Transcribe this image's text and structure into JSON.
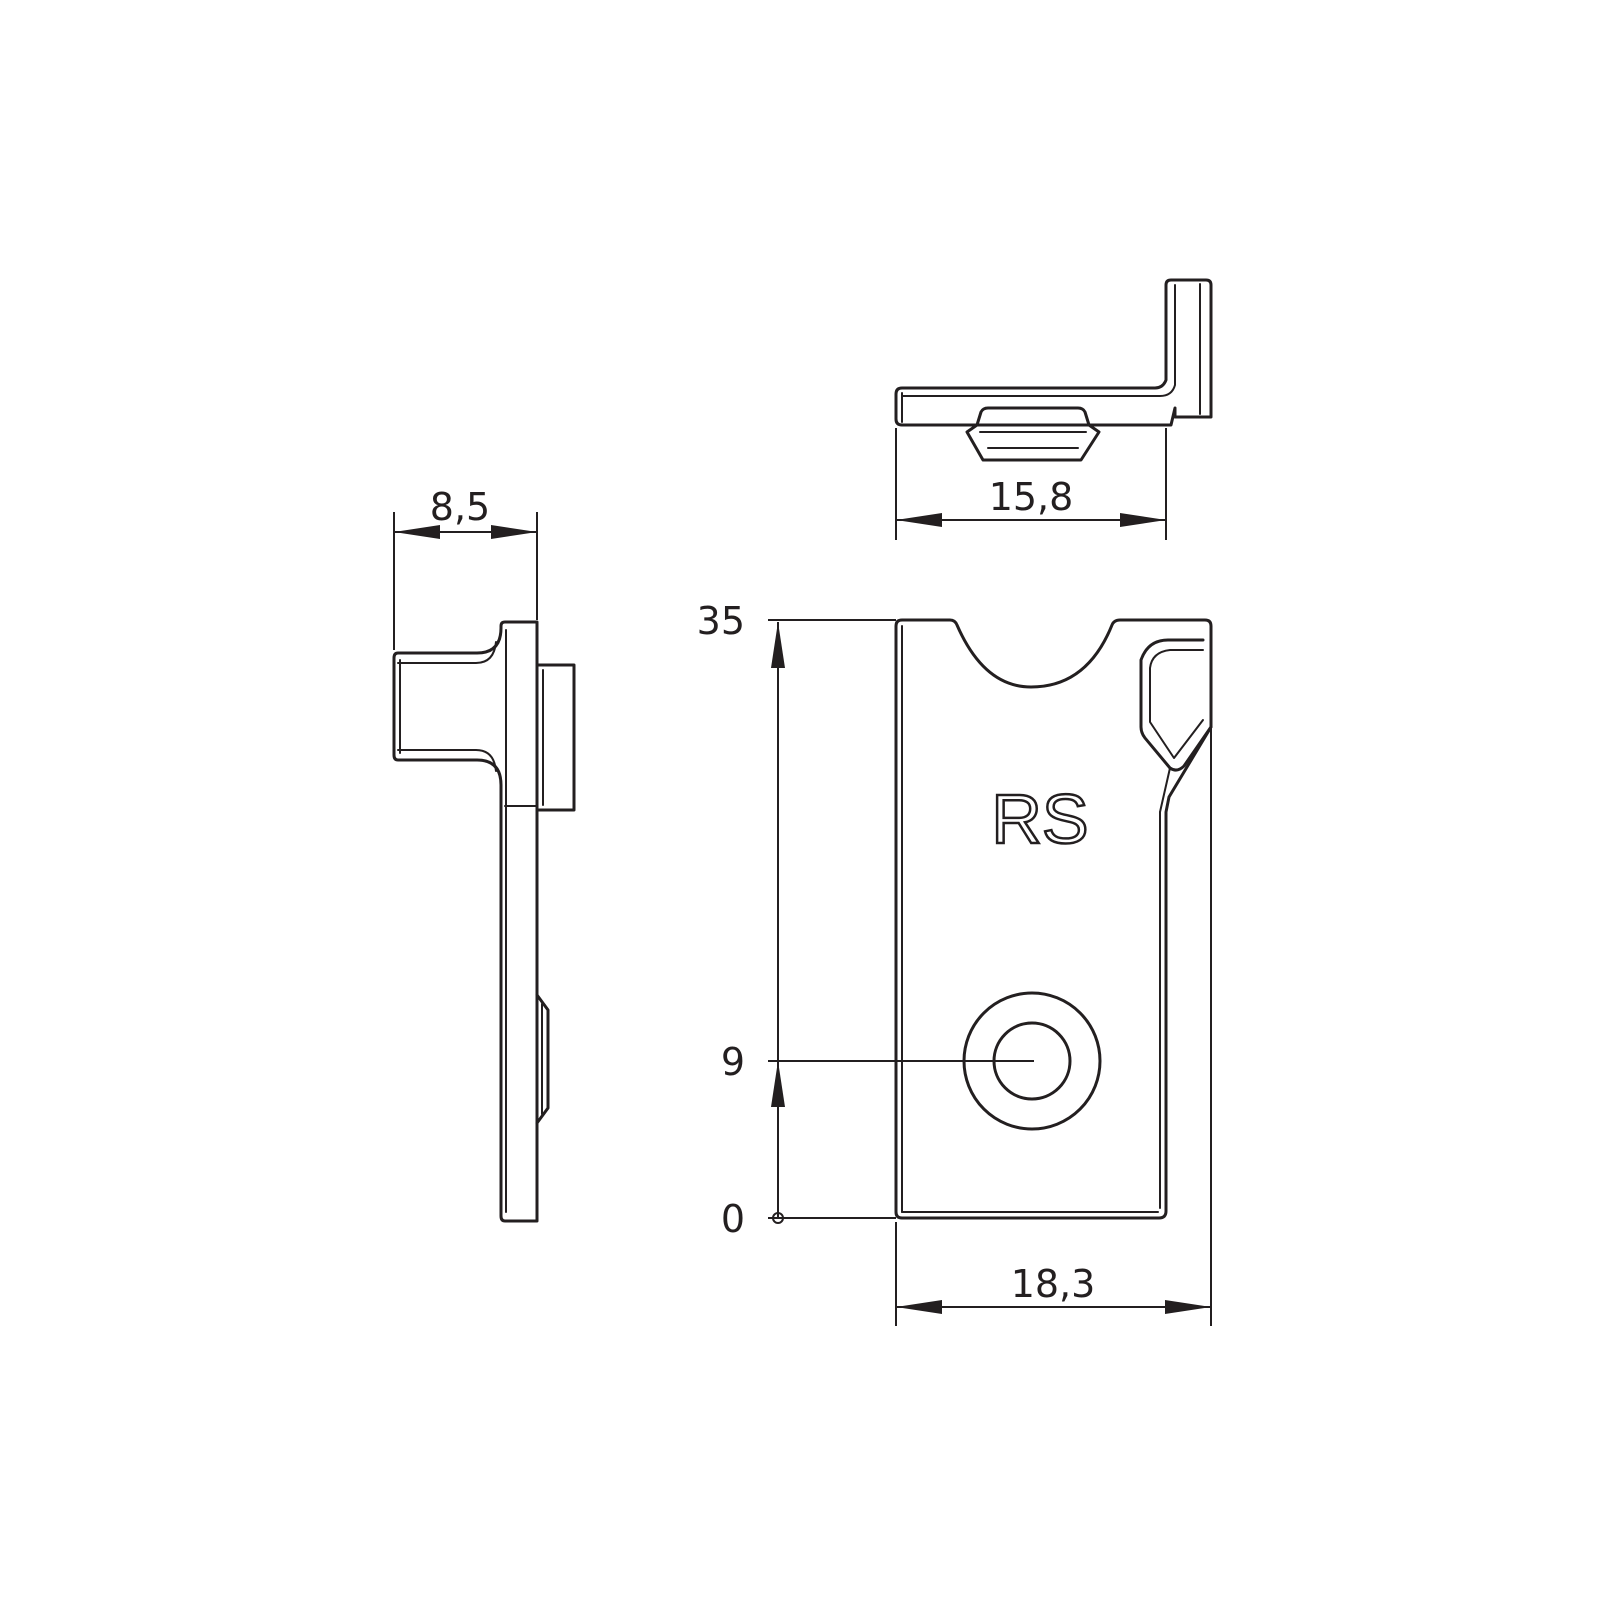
{
  "dimensions": {
    "side_depth": "8,5",
    "top_width": "15,8",
    "front_width": "18,3"
  },
  "height_scale": {
    "top": "35",
    "hole": "9",
    "base": "0"
  },
  "part_marking": "RS",
  "colors": {
    "line": "#231f20",
    "background": "#ffffff"
  }
}
